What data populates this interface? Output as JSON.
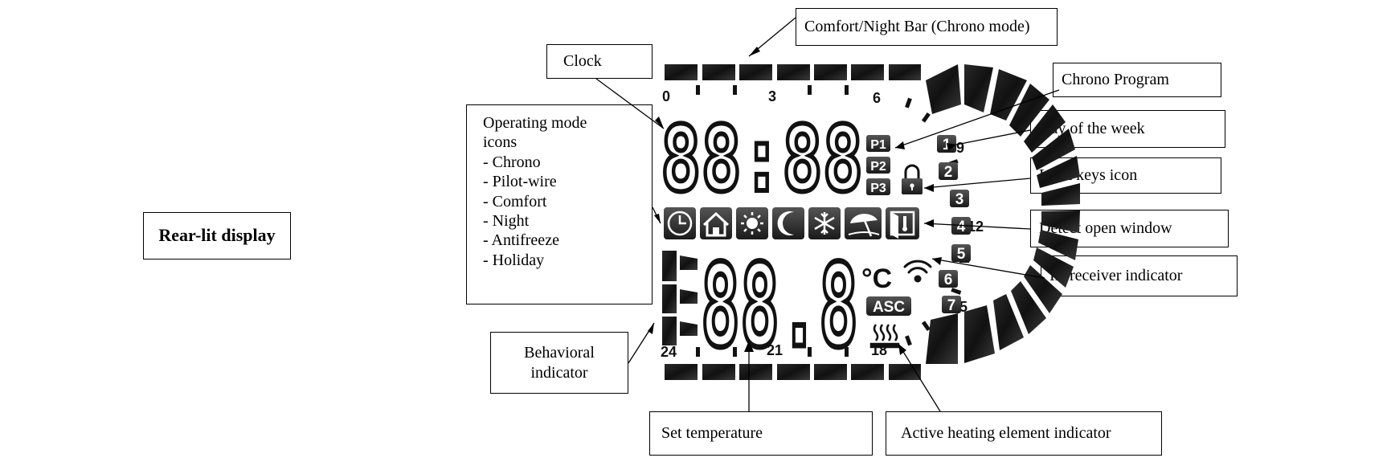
{
  "title": "Rear-lit display",
  "callouts": {
    "comfort_bar": "Comfort/Night Bar (Chrono mode)",
    "clock": "Clock",
    "chrono_program": "Chrono Program",
    "day_of_week": "Day of the week",
    "lock_keys": "Lock keys icon",
    "open_window": "Detect open window",
    "ir_receiver": "IR receiver indicator",
    "heating_element": "Active heating element indicator",
    "set_temperature": "Set temperature",
    "behavioral_line1": "Behavioral",
    "behavioral_line2": "indicator",
    "operating_modes": [
      "Operating mode",
      "icons",
      "- Chrono",
      "- Pilot-wire",
      "- Comfort",
      "- Night",
      "- Antifreeze",
      "- Holiday"
    ]
  },
  "lcd": {
    "hour_labels": [
      "0",
      "3",
      "6",
      "9",
      "12",
      "15",
      "18",
      "21",
      "24"
    ],
    "clock_digits": "88:88",
    "temp_digits": "88.8",
    "unit": "°C",
    "programs": [
      "P1",
      "P2",
      "P3"
    ],
    "days": [
      "1",
      "2",
      "3",
      "4",
      "5",
      "6",
      "7"
    ],
    "asc_label": "ASC",
    "mode_icons": [
      "clock-icon",
      "house-icon",
      "sun-icon",
      "moon-icon",
      "snowflake-icon",
      "beach-umbrella-icon",
      "open-window-icon"
    ],
    "other_icons": [
      "padlock-icon",
      "wifi-icon",
      "heating-element-icon"
    ]
  }
}
